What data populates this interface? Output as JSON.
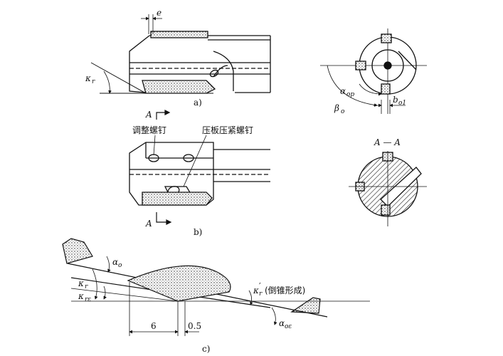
{
  "figure_a": {
    "caption": "a)",
    "dim_e": "e",
    "angle_kr": "κ",
    "angle_kr_sub": "r",
    "angle_aop": "α",
    "angle_aop_sub": "op",
    "angle_bo": "β",
    "angle_bo_sub": "o",
    "dim_bo1": "b",
    "dim_bo1_sub": "o1"
  },
  "section": {
    "arrow_label_top": "A",
    "arrow_label_bottom": "A",
    "title": "A — A"
  },
  "figure_b": {
    "caption": "b)",
    "label_adjust_screw": "调整螺钉",
    "label_clamp_screw": "压板压紧螺钉"
  },
  "figure_c": {
    "caption": "c)",
    "angle_ao": "α",
    "angle_ao_sub": "o",
    "angle_kr": "κ",
    "angle_kr_sub": "r",
    "angle_kre": "κ",
    "angle_kre_sub": "rε",
    "angle_kr_prime": "κ",
    "angle_kr_prime_sub": "r",
    "angle_kr_prime_mark": "′",
    "chamfer_note": "(倒锥形成)",
    "angle_aoe": "α",
    "angle_aoe_sub": "oε",
    "dim_6": "6",
    "dim_05": "0.5"
  },
  "colors": {
    "line": "#111111",
    "hatch": "#222222",
    "background": "#ffffff"
  }
}
